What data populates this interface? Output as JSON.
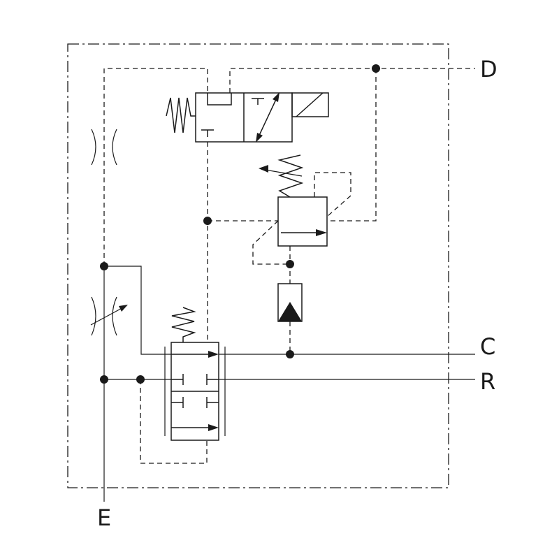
{
  "ports": {
    "d": "D",
    "c": "C",
    "r": "R",
    "e": "E"
  }
}
